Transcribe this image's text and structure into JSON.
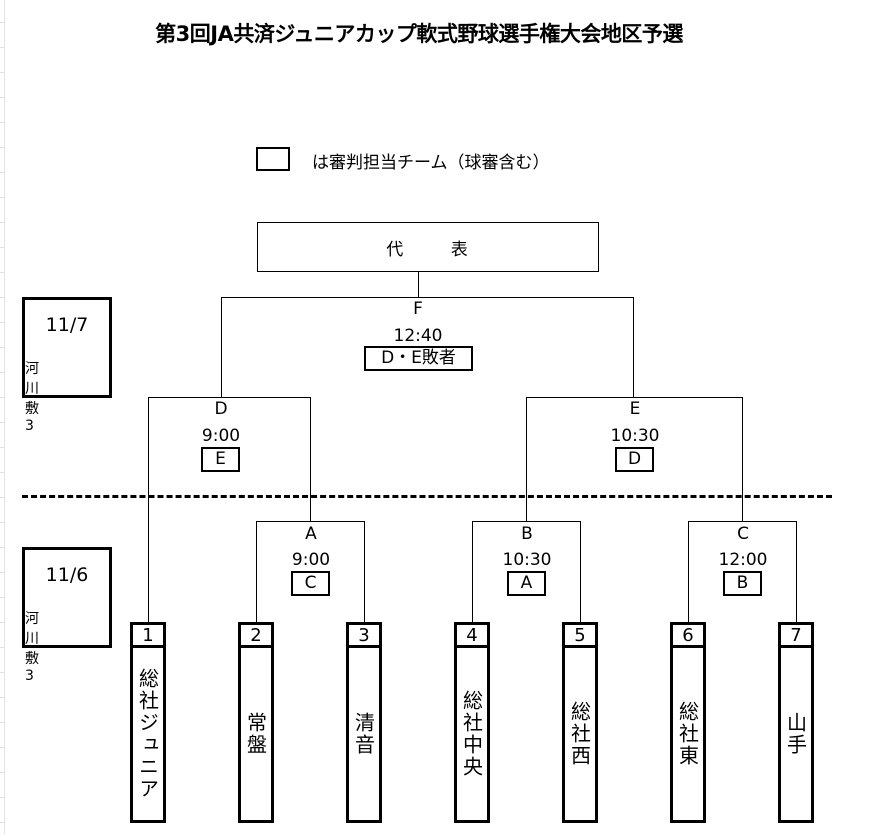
{
  "title": "第3回JA共済ジュニアカップ軟式野球選手権大会地区予選",
  "legend": {
    "text": "は審判担当チーム（球審含む）"
  },
  "representative": {
    "label": "代 表"
  },
  "days": [
    {
      "date": "11/7",
      "venue": "河川敷3"
    },
    {
      "date": "11/6",
      "venue": "河川敷3"
    }
  ],
  "matches": {
    "F": {
      "label": "F",
      "time": "12:40",
      "umpire": "D・E敗者"
    },
    "D": {
      "label": "D",
      "time": "9:00",
      "umpire": "E"
    },
    "E": {
      "label": "E",
      "time": "10:30",
      "umpire": "D"
    },
    "A": {
      "label": "A",
      "time": "9:00",
      "umpire": "C"
    },
    "B": {
      "label": "B",
      "time": "10:30",
      "umpire": "A"
    },
    "C": {
      "label": "C",
      "time": "12:00",
      "umpire": "B"
    }
  },
  "teams": [
    {
      "number": "1",
      "name": "総社ジュニア"
    },
    {
      "number": "2",
      "name": "常盤"
    },
    {
      "number": "3",
      "name": "清音"
    },
    {
      "number": "4",
      "name": "総社中央"
    },
    {
      "number": "5",
      "name": "総社西"
    },
    {
      "number": "6",
      "name": "総社東"
    },
    {
      "number": "7",
      "name": "山手"
    }
  ]
}
